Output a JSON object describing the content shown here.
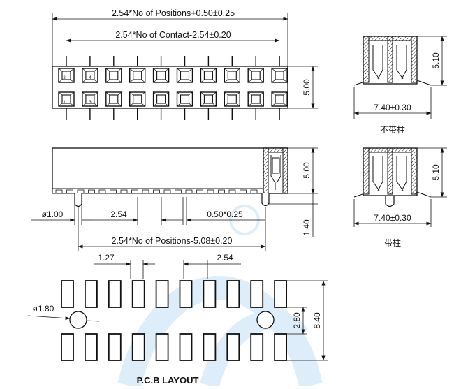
{
  "top_view": {
    "overall_length": "2.54*No of Positions+0.50±0.25",
    "contact_span": "2.54*No of Contact-2.54±0.20",
    "height": "5.00",
    "pin_labels": [
      "1",
      "2",
      "3",
      "4"
    ],
    "positions": 10
  },
  "side_view": {
    "hole_dia": "ø1.00",
    "pitch": "2.54",
    "pin_size": "0.50*0.25",
    "height": "5.00",
    "peg_len": "1.40",
    "peg_span": "2.54*No of Positions-5.08±0.20"
  },
  "end_view_top": {
    "width": "7.40±0.30",
    "height": "5.10",
    "caption": "不带柱"
  },
  "end_view_bottom": {
    "width": "7.40±0.30",
    "height": "5.10",
    "caption": "带柱"
  },
  "pcb": {
    "title": "P.C.B LAYOUT",
    "pad_pitch": "1.27",
    "pitch": "2.54",
    "hole_dia": "ø1.80",
    "row_gap": "2.80",
    "overall": "8.40",
    "pads_per_row": 10
  }
}
